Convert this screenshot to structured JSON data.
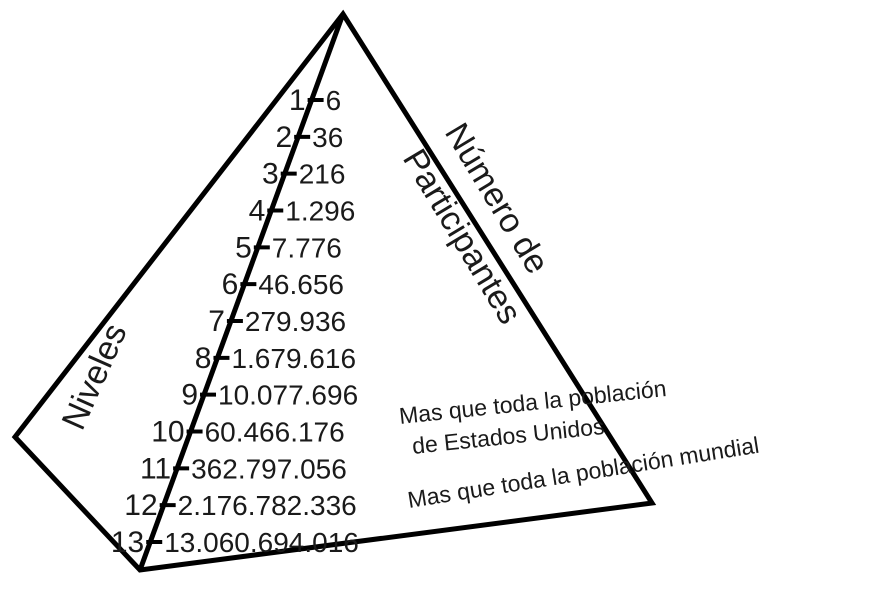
{
  "side_labels": {
    "levels": "Niveles",
    "participants_line1": "Número de",
    "participants_line2": "Participantes"
  },
  "rows": [
    {
      "level": "1",
      "value": "6"
    },
    {
      "level": "2",
      "value": "36"
    },
    {
      "level": "3",
      "value": "216"
    },
    {
      "level": "4",
      "value": "1.296"
    },
    {
      "level": "5",
      "value": "7.776"
    },
    {
      "level": "6",
      "value": "46.656"
    },
    {
      "level": "7",
      "value": "279.936"
    },
    {
      "level": "8",
      "value": "1.679.616"
    },
    {
      "level": "9",
      "value": "10.077.696"
    },
    {
      "level": "10",
      "value": "60.466.176"
    },
    {
      "level": "11",
      "value": "362.797.056"
    },
    {
      "level": "12",
      "value": "2.176.782.336"
    },
    {
      "level": "13",
      "value": "13.060.694.016"
    }
  ],
  "annotations": {
    "usa_line1": "Mas que toda la población",
    "usa_line2": "de Estados Unidos",
    "world": "Mas que toda la población mundial"
  },
  "colors": {
    "stroke": "#000000",
    "text": "#1a1a1a",
    "background": "#ffffff"
  }
}
